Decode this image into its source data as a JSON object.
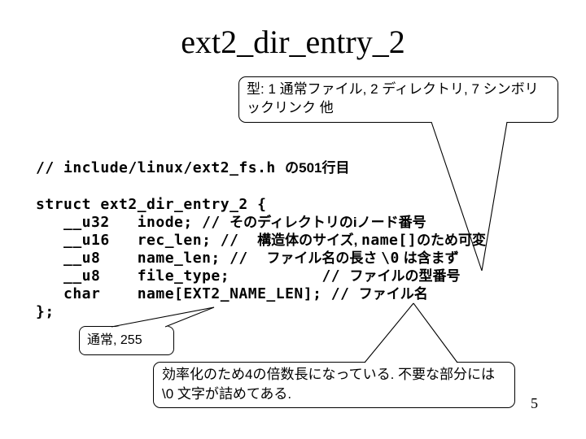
{
  "title": "ext2_dir_entry_2",
  "page_number": "5",
  "callouts": {
    "type_note": "型: 1 通常ファイル, 2 ディレクトリ, 7 シンボリックリンク 他",
    "usual_value": "通常, 255",
    "padding_note": "効率化のため4の倍数長になっている. 不要な部分には \\0 文字が詰めてある."
  },
  "include_comment": {
    "segments": [
      {
        "f": "code",
        "s": "// include/linux/ext2_fs.h "
      },
      {
        "f": "jp",
        "s": "の501行目"
      }
    ]
  },
  "code": {
    "lines": [
      {
        "segments": [
          {
            "f": "code",
            "s": "struct ext2_dir_entry_2 {"
          }
        ]
      },
      {
        "segments": [
          {
            "f": "code",
            "s": "   __u32   inode; // "
          },
          {
            "f": "jp",
            "s": "そのディレクトリのiノード番号"
          }
        ]
      },
      {
        "segments": [
          {
            "f": "code",
            "s": "   __u16   rec_len; //  "
          },
          {
            "f": "jp",
            "s": "構造体のサイズ, "
          },
          {
            "f": "code",
            "s": "name[]"
          },
          {
            "f": "jp",
            "s": "のため可変"
          }
        ]
      },
      {
        "segments": [
          {
            "f": "code",
            "s": "   __u8    name_len; //  "
          },
          {
            "f": "jp",
            "s": "ファイル名の長さ "
          },
          {
            "f": "code",
            "s": "\\0"
          },
          {
            "f": "jp",
            "s": " は含まず"
          }
        ]
      },
      {
        "segments": [
          {
            "f": "code",
            "s": "   __u8    file_type;          // "
          },
          {
            "f": "jp",
            "s": "ファイルの型番号"
          }
        ]
      },
      {
        "segments": [
          {
            "f": "code",
            "s": "   char    name[EXT2_NAME_LEN]; // "
          },
          {
            "f": "jp",
            "s": "ファイル名"
          }
        ]
      },
      {
        "segments": [
          {
            "f": "code",
            "s": "};"
          }
        ]
      }
    ]
  },
  "colors": {
    "line": "#000000",
    "background": "#ffffff",
    "text": "#000000"
  }
}
